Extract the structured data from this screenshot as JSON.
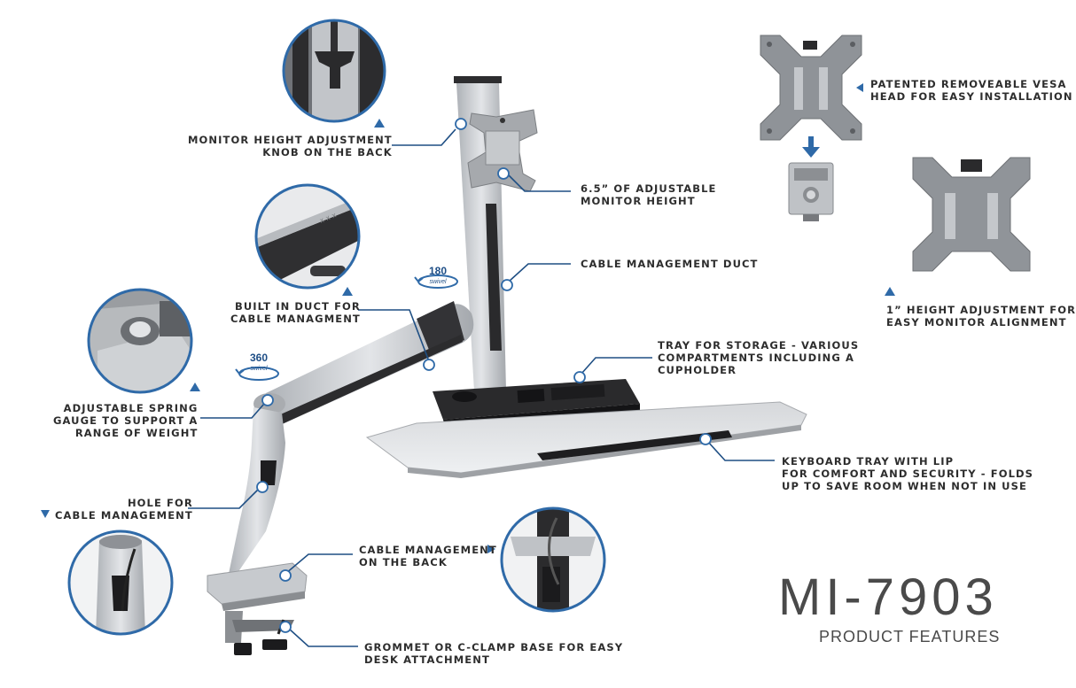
{
  "callouts": {
    "knob": [
      "MONITOR HEIGHT ADJUSTMENT",
      "KNOB ON THE BACK"
    ],
    "height": [
      "6.5” OF ADJUSTABLE",
      "MONITOR HEIGHT"
    ],
    "duct": [
      "CABLE MANAGEMENT DUCT"
    ],
    "built_in": [
      "BUILT IN DUCT FOR",
      "CABLE MANAGMENT"
    ],
    "spring": [
      "ADJUSTABLE SPRING",
      "GAUGE TO SUPPORT A",
      "RANGE OF WEIGHT"
    ],
    "tray": [
      "TRAY FOR STORAGE - VARIOUS",
      "COMPARTMENTS INCLUDING A",
      "CUPHOLDER"
    ],
    "keyboard": [
      "KEYBOARD TRAY WITH LIP",
      "FOR COMFORT AND SECURITY - FOLDS",
      "UP TO SAVE ROOM WHEN NOT IN USE"
    ],
    "hole": [
      "HOLE FOR",
      "CABLE MANAGEMENT"
    ],
    "back": [
      "CABLE MANAGEMENT",
      "ON THE BACK"
    ],
    "grommet": [
      "GROMMET OR C-CLAMP BASE FOR EASY",
      "DESK ATTACHMENT"
    ],
    "vesa": [
      "PATENTED REMOVEABLE VESA",
      "HEAD FOR EASY INSTALLATION"
    ],
    "inch": [
      "1” HEIGHT ADJUSTMENT FOR",
      "EASY MONITOR ALIGNMENT"
    ]
  },
  "swivel_badges": [
    {
      "degrees": "180",
      "sub": "swivel"
    },
    {
      "degrees": "360",
      "sub": "swivel"
    }
  ],
  "product": {
    "model": "MI-7903",
    "subtitle": "PRODUCT FEATURES"
  },
  "colors": {
    "accent": "#2f6aa8",
    "text": "#2d2d2d",
    "silver": "#c9ccd0",
    "dark": "#2a2a2a"
  }
}
